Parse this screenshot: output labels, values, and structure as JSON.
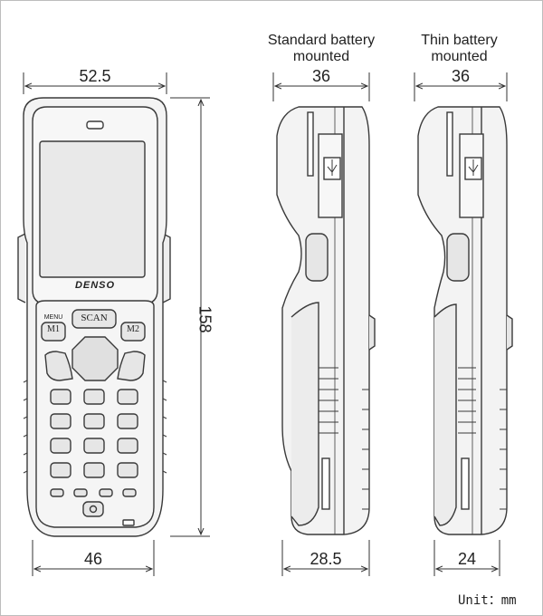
{
  "dimensions": {
    "front_width_top": "52.5",
    "front_height": "158",
    "front_width_bottom": "46",
    "side_std_depth_top": "36",
    "side_std_depth_bottom": "28.5",
    "side_thin_depth_top": "36",
    "side_thin_depth_bottom": "24"
  },
  "labels": {
    "standard_battery": "Standard battery mounted",
    "thin_battery": "Thin battery mounted",
    "unit": "Unit：mm"
  },
  "device": {
    "brand": "DENSO",
    "scan_key": "SCAN",
    "menu_label": "MENU",
    "m1_key": "M1",
    "m2_key": "M2"
  },
  "colors": {
    "device_outline": "#3a3a3a",
    "device_body": "#f3f3f3",
    "screen": "#e9e9e9",
    "key_fill": "#e6e6e6"
  }
}
